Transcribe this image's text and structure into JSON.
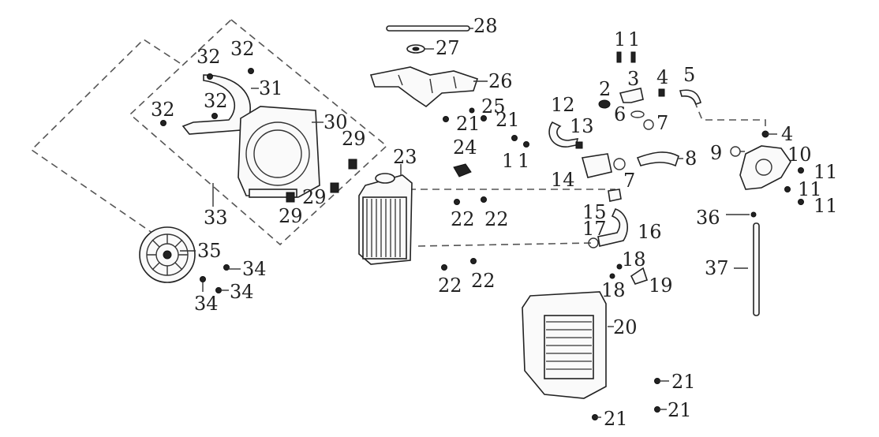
{
  "callouts": {
    "c1a": "1",
    "c1b": "1",
    "c1c": "1",
    "c1d": "1",
    "c2": "2",
    "c3": "3",
    "c4a": "4",
    "c4b": "4",
    "c5": "5",
    "c6": "6",
    "c7a": "7",
    "c7b": "7",
    "c8": "8",
    "c9": "9",
    "c10": "10",
    "c11a": "11",
    "c11b": "11",
    "c11c": "11",
    "c12": "12",
    "c13": "13",
    "c14": "14",
    "c15": "15",
    "c16": "16",
    "c17": "17",
    "c18a": "18",
    "c18b": "18",
    "c19": "19",
    "c20": "20",
    "c21a": "21",
    "c21b": "21",
    "c21c": "21",
    "c21d": "21",
    "c21e": "21",
    "c22a": "22",
    "c22b": "22",
    "c22c": "22",
    "c22d": "22",
    "c23": "23",
    "c24": "24",
    "c25": "25",
    "c26": "26",
    "c27": "27",
    "c28": "28",
    "c29a": "29",
    "c29b": "29",
    "c29c": "29",
    "c30": "30",
    "c31": "31",
    "c32a": "32",
    "c32b": "32",
    "c32c": "32",
    "c32d": "32",
    "c33": "33",
    "c34a": "34",
    "c34b": "34",
    "c34c": "34",
    "c35": "35",
    "c36": "36",
    "c37": "37"
  }
}
